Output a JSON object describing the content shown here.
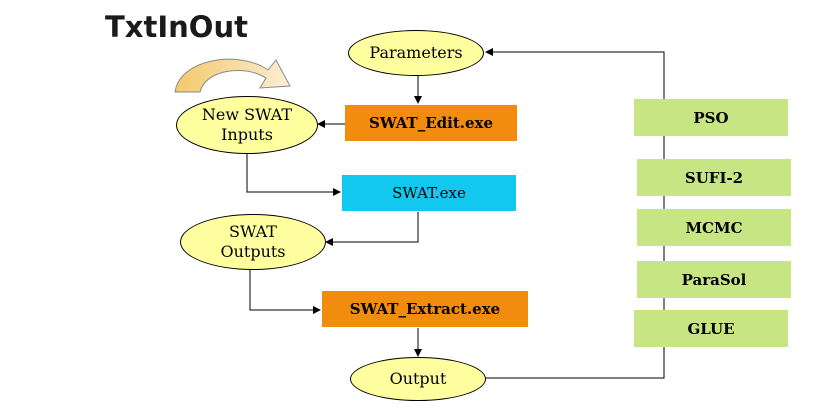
{
  "title": "TxtInOut",
  "nodes": {
    "parameters": "Parameters",
    "swat_edit": "SWAT_Edit.exe",
    "new_swat_inputs": [
      "New SWAT",
      "Inputs"
    ],
    "swat_exe": "SWAT.exe",
    "swat_outputs": [
      "SWAT",
      "Outputs"
    ],
    "swat_extract": "SWAT_Extract.exe",
    "output": "Output"
  },
  "algorithms": [
    "PSO",
    "SUFI-2",
    "MCMC",
    "ParaSol",
    "GLUE"
  ],
  "colors": {
    "ellipse_fill": "#ffffa0",
    "orange_box": "#f28c0f",
    "cyan_box": "#12c8ef",
    "algorithm_box": "#c8e584",
    "cycle_arrow": "#f5d9a0"
  }
}
